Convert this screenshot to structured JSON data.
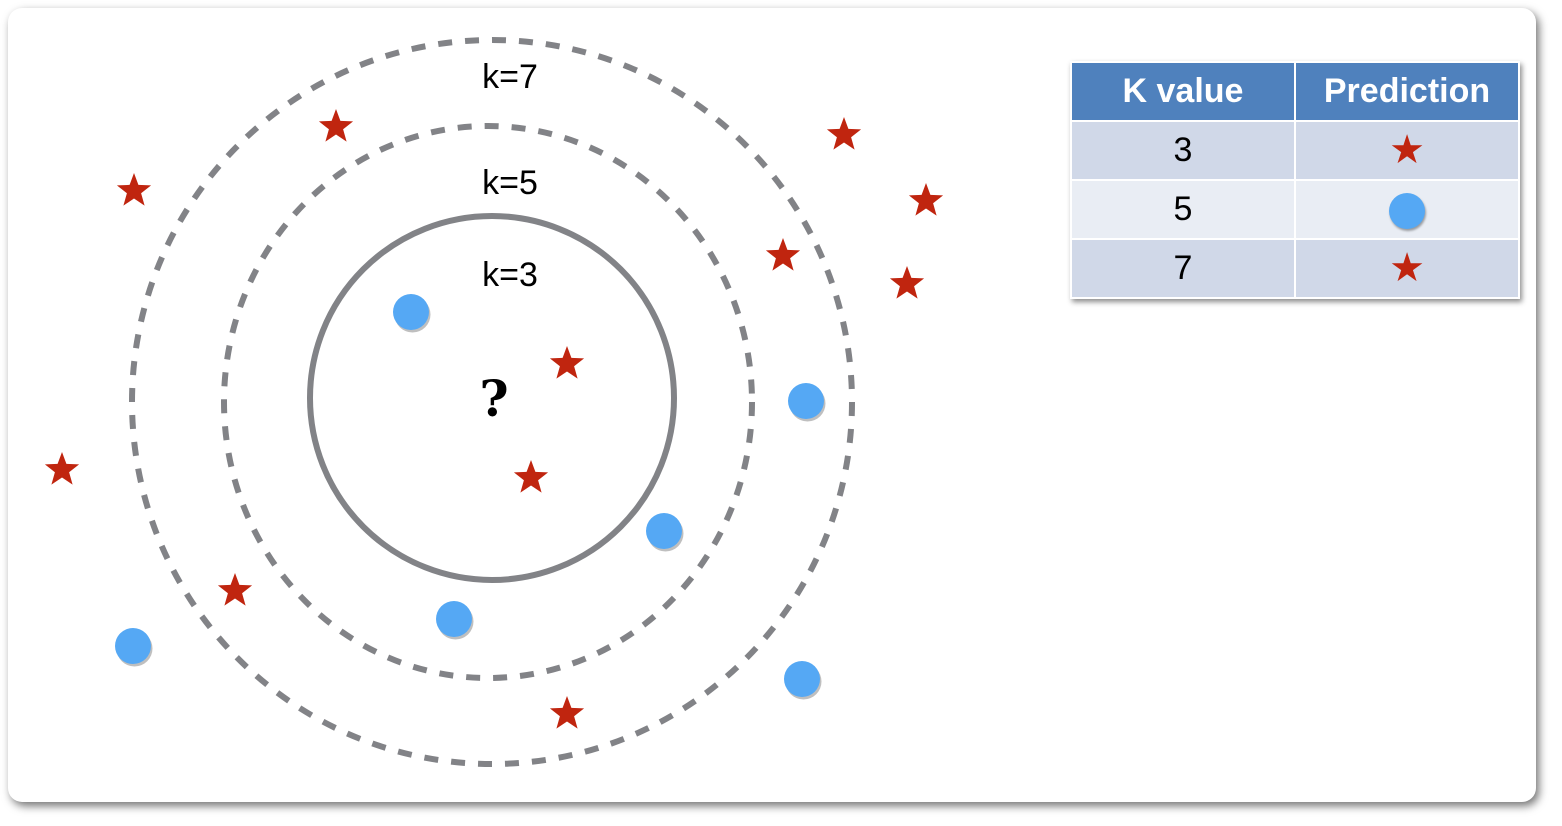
{
  "diagram": {
    "query_label": "?",
    "rings": [
      {
        "label": "k=3",
        "style": "solid"
      },
      {
        "label": "k=5",
        "style": "dashed"
      },
      {
        "label": "k=7",
        "style": "dashed"
      }
    ],
    "legend_classes": {
      "star": {
        "icon": "star-icon",
        "color": "#c0250f"
      },
      "circle": {
        "icon": "circle-icon",
        "color": "#55a8f4"
      }
    },
    "colors": {
      "ring": "#828387",
      "star": "#c0250f",
      "circle": "#55a8f4",
      "table_header": "#4f81bd",
      "row_odd": "#d0d8e8",
      "row_even": "#e9edf4"
    }
  },
  "table": {
    "headers": [
      "K value",
      "Prediction"
    ],
    "rows": [
      {
        "k": "3",
        "prediction": "star"
      },
      {
        "k": "5",
        "prediction": "circle"
      },
      {
        "k": "7",
        "prediction": "star"
      }
    ]
  }
}
